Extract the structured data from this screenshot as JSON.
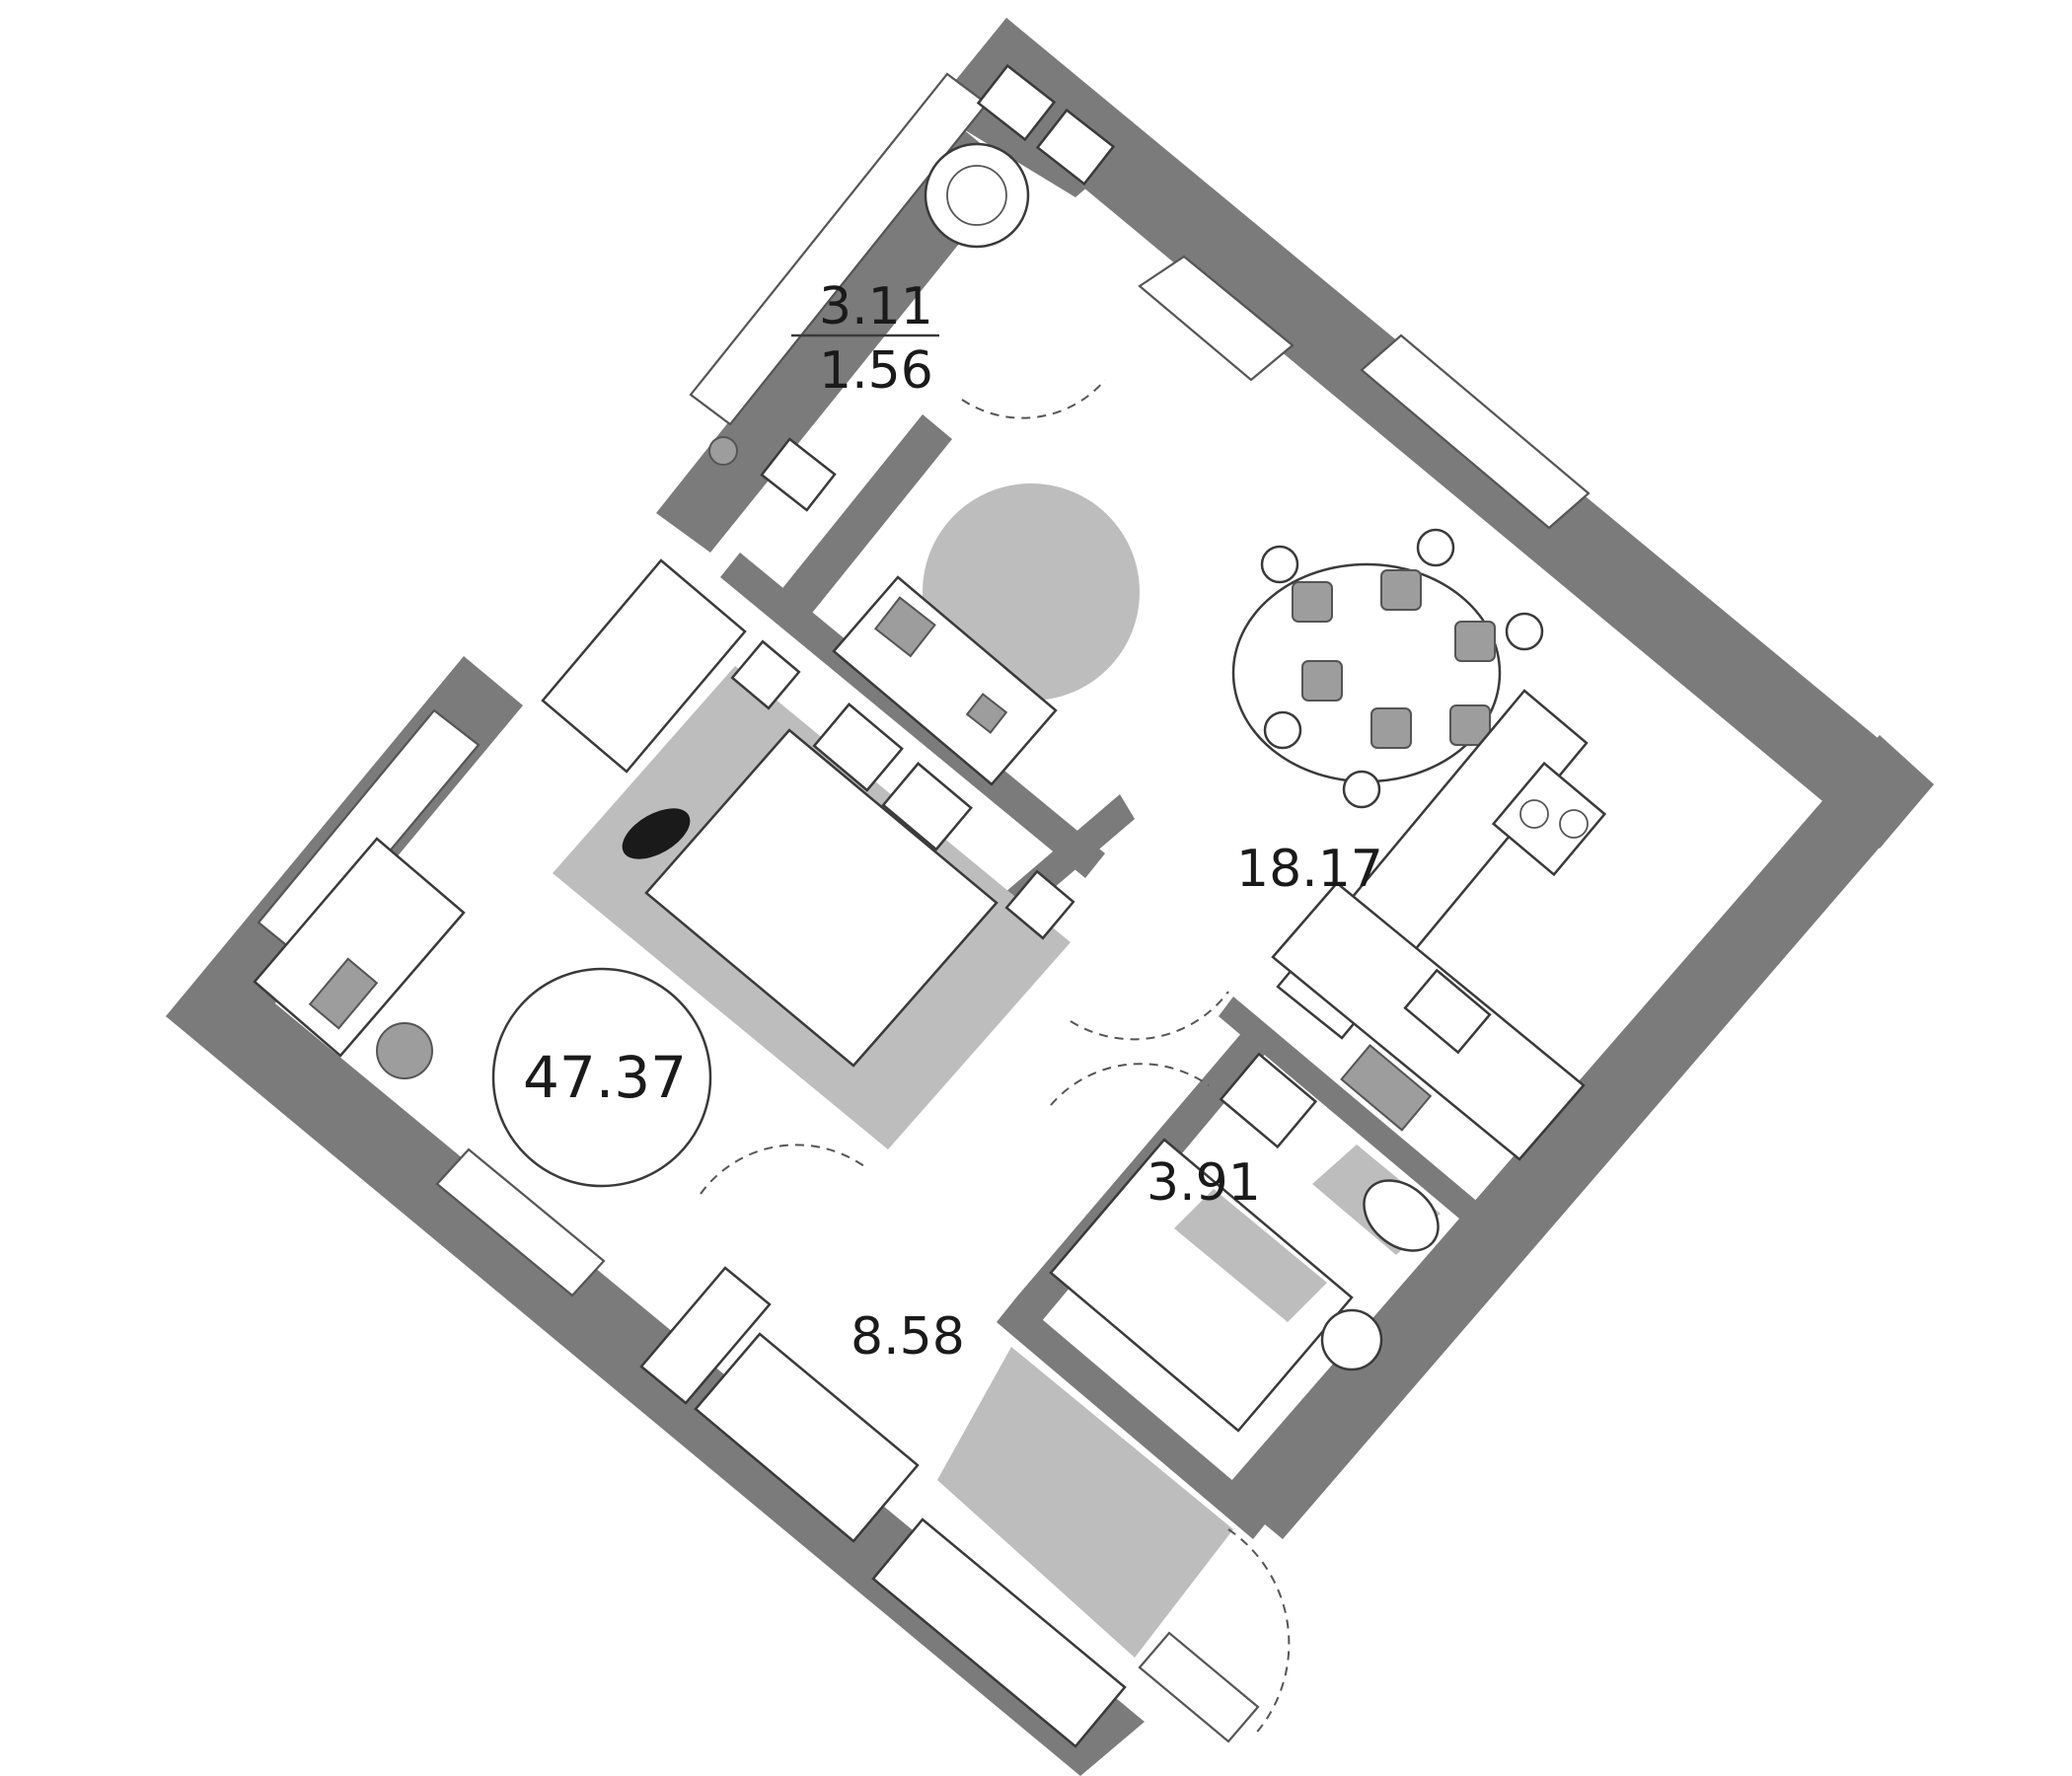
{
  "plan": {
    "total_area": "47.37",
    "rooms": [
      {
        "id": "balcony",
        "area_top": "3.11",
        "area_bottom": "1.56"
      },
      {
        "id": "kitchen-living",
        "area": "18.17"
      },
      {
        "id": "bathroom",
        "area": "3.91"
      },
      {
        "id": "hallway",
        "area": "8.58"
      }
    ]
  },
  "colors": {
    "wall": "#7b7b7b",
    "rug": "#bdbdbd",
    "accent": "#1a1a1a"
  }
}
